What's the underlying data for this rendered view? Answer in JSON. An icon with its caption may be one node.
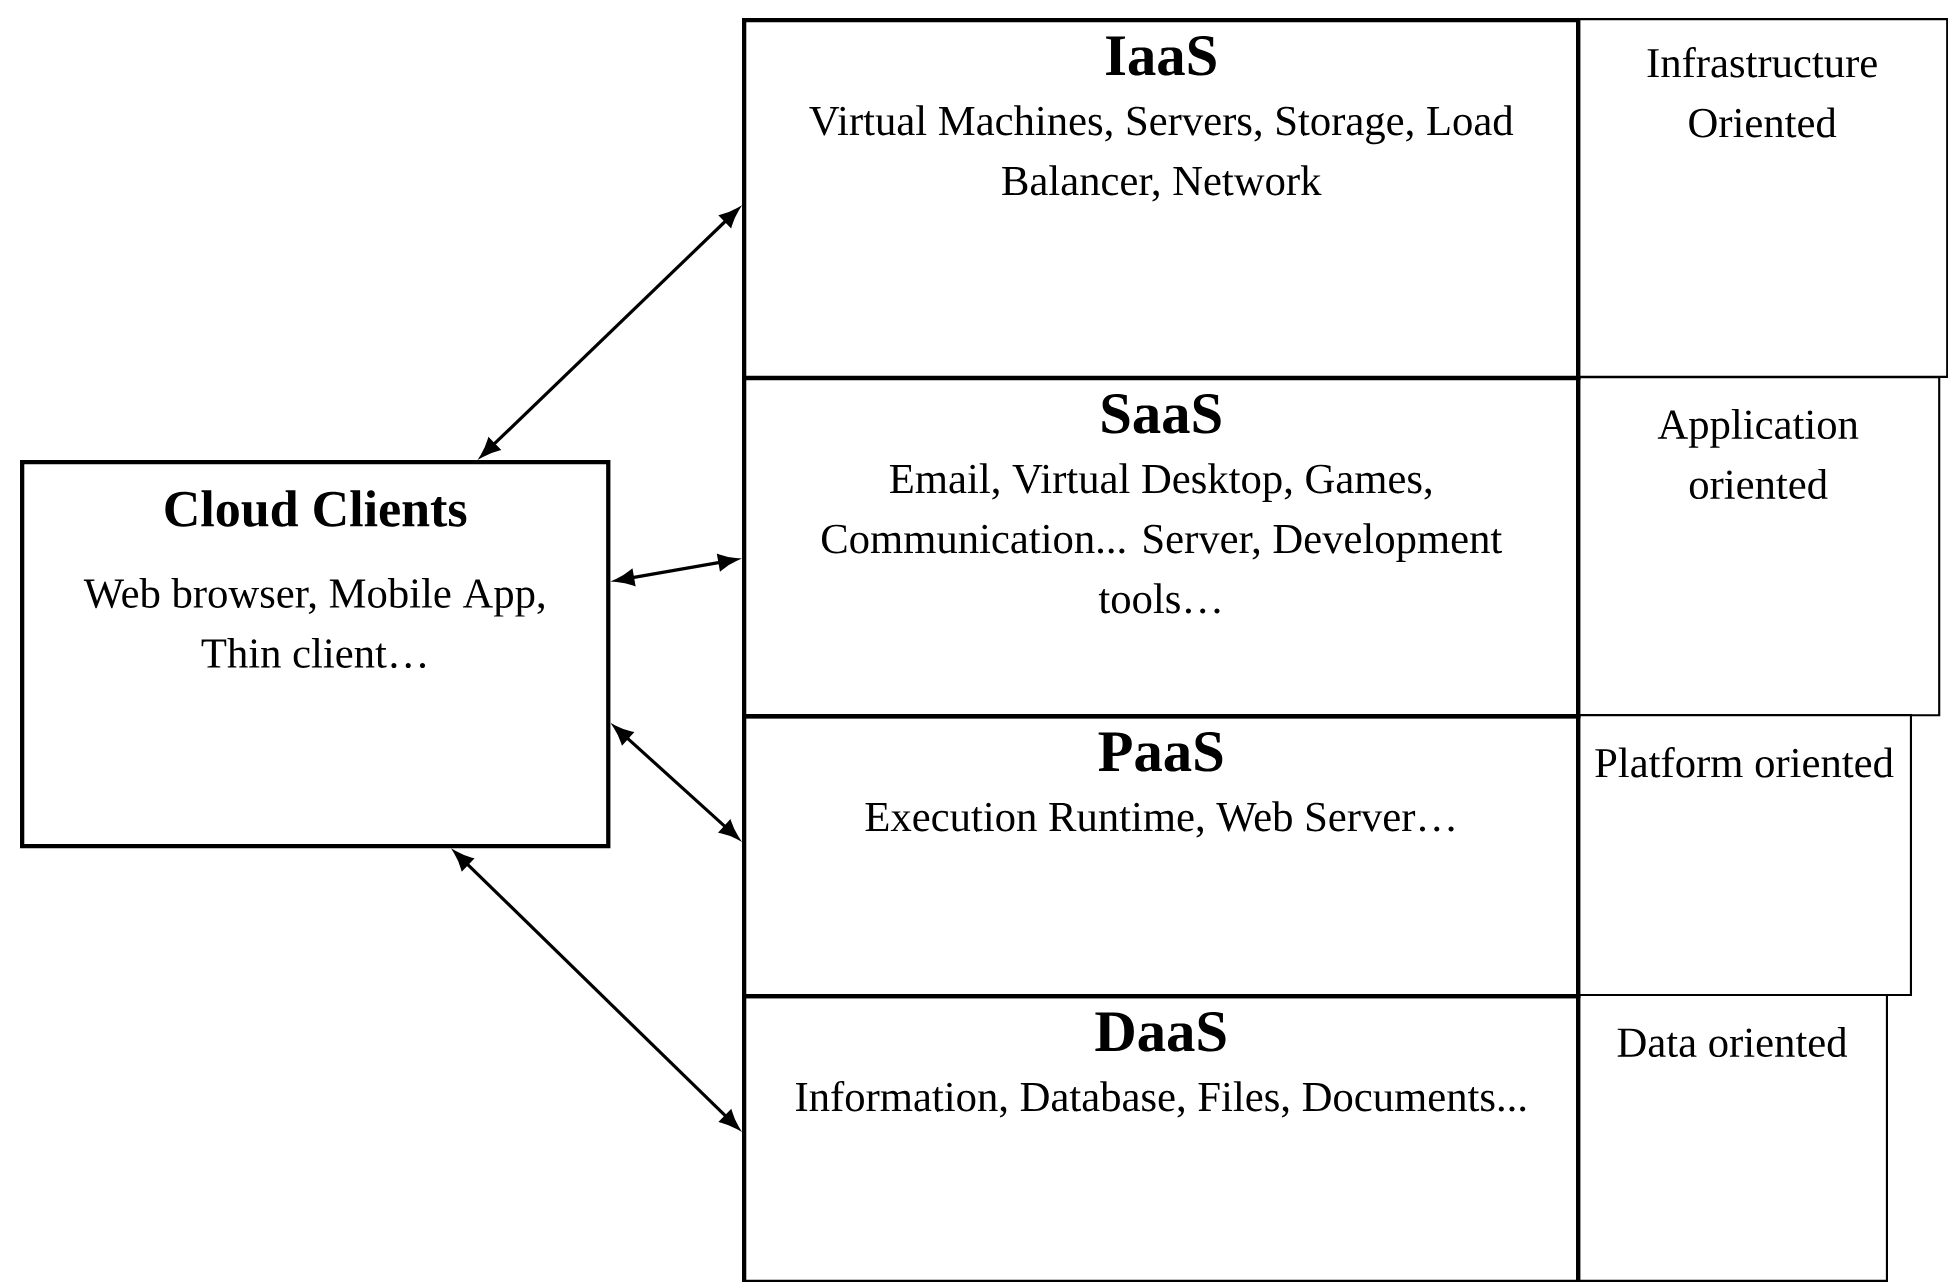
{
  "diagram": {
    "nodes": [
      {
        "text": [
          "Cloud Clients",
          "Web browser, Mobile App, Thin client…"
        ]
      },
      {
        "text": [
          "IaaS",
          "Virtual Machines, Servers, Storage, Load Balancer, Network"
        ]
      },
      {
        "text": [
          "SaaS",
          "Email, Virtual Desktop, Games, Communication... Server, Development tools…"
        ]
      },
      {
        "text": [
          "PaaS",
          "Execution Runtime, Web Server…"
        ]
      },
      {
        "text": [
          "DaaS",
          "Information, Database, Files, Documents..."
        ]
      },
      {
        "text": [
          "Infrastructure Oriented"
        ]
      },
      {
        "text": [
          "Application oriented"
        ]
      },
      {
        "text": [
          "Platform oriented"
        ]
      },
      {
        "text": [
          "Data oriented"
        ]
      }
    ],
    "edges": [
      {
        "from": 0,
        "to": 1,
        "arrow": "both"
      },
      {
        "from": 0,
        "to": 2,
        "arrow": "both"
      },
      {
        "from": 0,
        "to": 3,
        "arrow": "both"
      },
      {
        "from": 0,
        "to": 4,
        "arrow": "both"
      }
    ]
  }
}
